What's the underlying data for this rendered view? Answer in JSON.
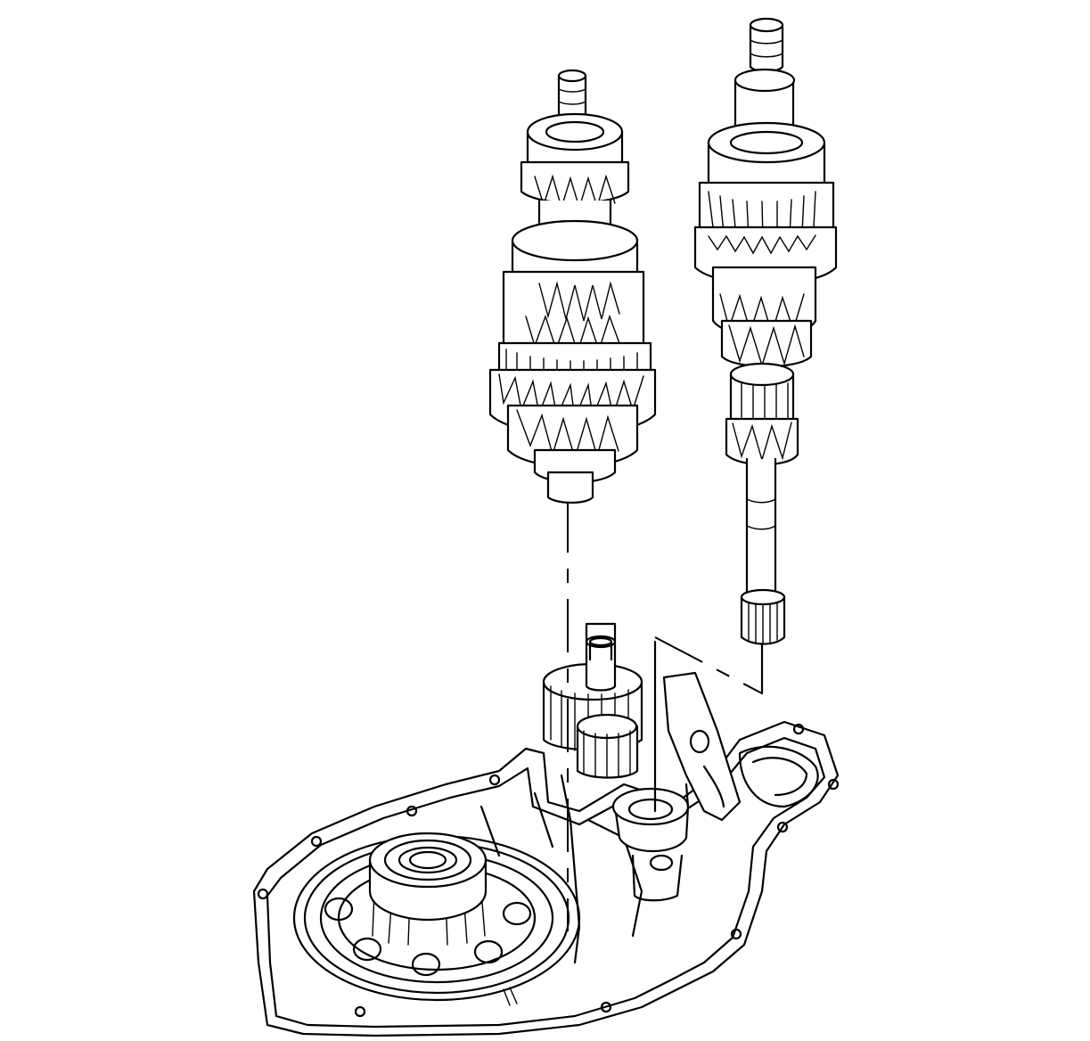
{
  "figure": {
    "background": "#ffffff",
    "line_color": "#000000",
    "parts": [
      "input-shaft",
      "output-shaft",
      "transaxle-case",
      "differential-bearing",
      "reverse-idler-gear"
    ]
  }
}
